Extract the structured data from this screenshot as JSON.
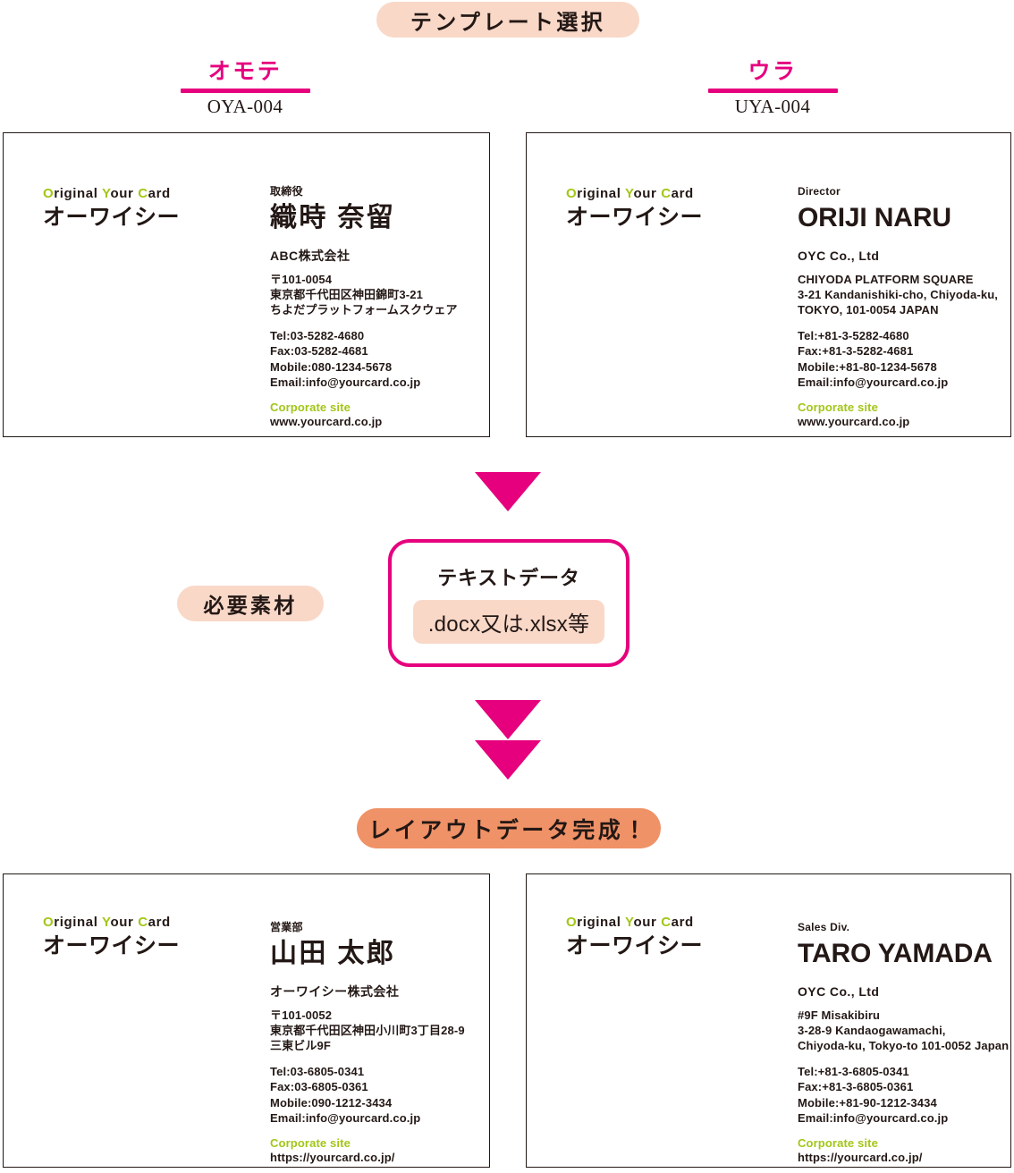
{
  "header": {
    "badge_label": "テンプレート選択"
  },
  "sections": {
    "front": {
      "kana": "オモテ",
      "code": "OYA-004"
    },
    "back": {
      "kana": "ウラ",
      "code": "UYA-004"
    }
  },
  "logo": {
    "en_o": "O",
    "en_riginal": "riginal ",
    "en_y": "Y",
    "en_our": "our ",
    "en_c": "C",
    "en_ard": "ard",
    "kana": "オーワイシー"
  },
  "cards": {
    "template_front_ja": {
      "job_title": "取締役",
      "name": "織時 奈留",
      "company": "ABC株式会社",
      "address": [
        "〒101-0054",
        "東京都千代田区神田錦町3-21",
        "ちよだプラットフォームスクウェア"
      ],
      "contact": [
        "Tel:03-5282-4680",
        "Fax:03-5282-4681",
        "Mobile:080-1234-5678",
        "Email:info@yourcard.co.jp"
      ],
      "site_label": "Corporate site",
      "site_url": "www.yourcard.co.jp"
    },
    "template_back_en": {
      "job_title": "Director",
      "name": "ORIJI NARU",
      "company": "OYC Co., Ltd",
      "address": [
        "CHIYODA PLATFORM SQUARE",
        "3-21 Kandanishiki-cho, Chiyoda-ku,",
        "TOKYO, 101-0054 JAPAN"
      ],
      "contact": [
        "Tel:+81-3-5282-4680",
        "Fax:+81-3-5282-4681",
        "Mobile:+81-80-1234-5678",
        "Email:info@yourcard.co.jp"
      ],
      "site_label": "Corporate site",
      "site_url": "www.yourcard.co.jp"
    },
    "result_front_ja": {
      "job_title": "営業部",
      "name": "山田 太郎",
      "company": "オーワイシー株式会社",
      "address": [
        "〒101-0052",
        "東京都千代田区神田小川町3丁目28-9",
        "三東ビル9F"
      ],
      "contact": [
        "Tel:03-6805-0341",
        "Fax:03-6805-0361",
        "Mobile:090-1212-3434",
        "Email:info@yourcard.co.jp"
      ],
      "site_label": "Corporate site",
      "site_url": "https://yourcard.co.jp/"
    },
    "result_back_en": {
      "job_title": "Sales Div.",
      "name": "TARO YAMADA",
      "company": "OYC Co., Ltd",
      "address": [
        "#9F Misakibiru",
        "3-28-9 Kandaogawamachi,",
        "Chiyoda-ku, Tokyo-to 101-0052 Japan"
      ],
      "contact": [
        "Tel:+81-3-6805-0341",
        "Fax:+81-3-6805-0361",
        "Mobile:+81-90-1212-3434",
        "Email:info@yourcard.co.jp"
      ],
      "site_label": "Corporate site",
      "site_url": "https://yourcard.co.jp/"
    }
  },
  "middle": {
    "material_badge": "必要素材",
    "textdata_title": "テキストデータ",
    "textdata_formats": ".docx又は.xlsx等"
  },
  "footer": {
    "complete_badge": "レイアウトデータ完成！"
  },
  "colors": {
    "magenta": "#e6007e",
    "peach": "#f9d8c8",
    "orange": "#ef9267",
    "green": "#a2c617",
    "ink": "#231815"
  }
}
